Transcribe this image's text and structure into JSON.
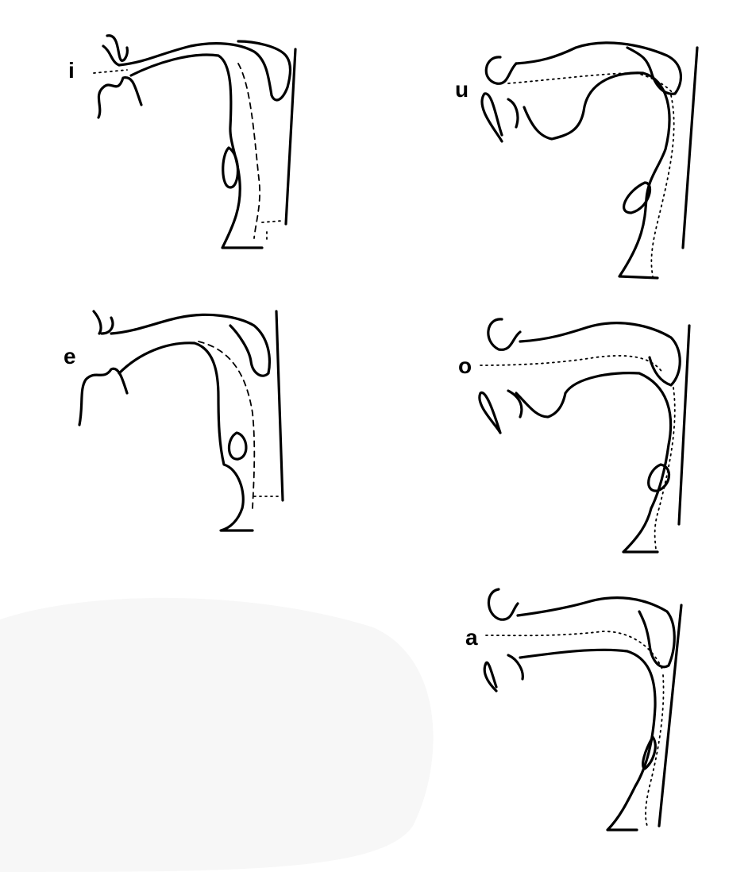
{
  "vowels": [
    {
      "id": "i",
      "label": "i"
    },
    {
      "id": "u",
      "label": "u"
    },
    {
      "id": "e",
      "label": "e"
    },
    {
      "id": "o",
      "label": "o"
    },
    {
      "id": "a",
      "label": "a"
    }
  ]
}
